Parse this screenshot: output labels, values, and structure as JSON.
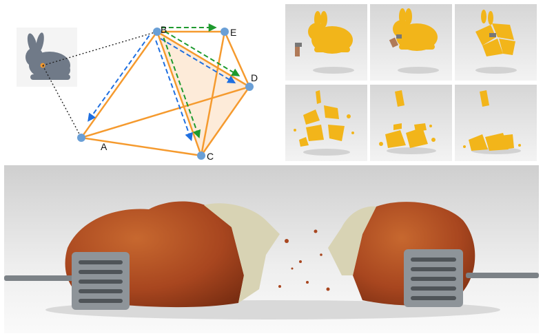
{
  "diagram": {
    "nodes": [
      {
        "id": "A",
        "label": "A"
      },
      {
        "id": "B",
        "label": "B"
      },
      {
        "id": "C",
        "label": "C"
      },
      {
        "id": "D",
        "label": "D"
      },
      {
        "id": "E",
        "label": "E"
      }
    ],
    "edges": [
      [
        "A",
        "B"
      ],
      [
        "A",
        "C"
      ],
      [
        "A",
        "D"
      ],
      [
        "B",
        "C"
      ],
      [
        "B",
        "D"
      ],
      [
        "B",
        "E"
      ],
      [
        "C",
        "D"
      ],
      [
        "C",
        "E"
      ],
      [
        "E",
        "D"
      ]
    ],
    "arrows_blue": [
      [
        "B",
        "A"
      ],
      [
        "B",
        "C"
      ],
      [
        "B",
        "D"
      ]
    ],
    "arrows_green": [
      [
        "B",
        "E"
      ],
      [
        "B",
        "D"
      ],
      [
        "B",
        "C"
      ]
    ],
    "colors": {
      "edge": "#f59a2e",
      "node": "#6a9fd6",
      "blue_arrow": "#1f6fe0",
      "green_arrow": "#1e9a2e",
      "face": "#fde7d2"
    }
  },
  "frames": {
    "count": 6,
    "colors": {
      "bunny": "#f2b51a",
      "bg": "#e9e9e9"
    }
  },
  "bread": {
    "colors": {
      "crust": "#a8461f",
      "crumb": "#d8d3b4",
      "metal": "#8e9499"
    }
  }
}
